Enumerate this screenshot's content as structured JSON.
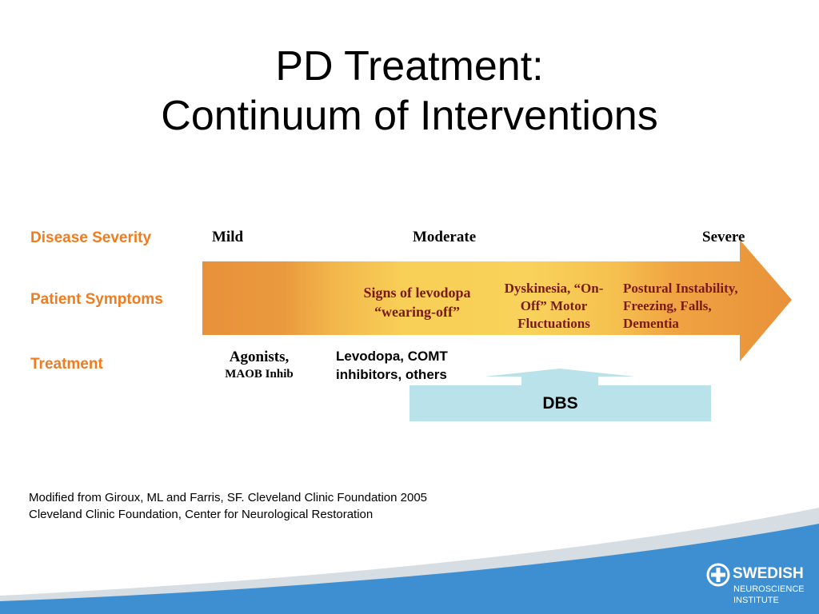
{
  "title": {
    "line1": "PD Treatment:",
    "line2": "Continuum of Interventions"
  },
  "rows": {
    "severity": "Disease Severity",
    "symptoms": "Patient Symptoms",
    "treatment": "Treatment"
  },
  "severity_levels": {
    "mild": "Mild",
    "moderate": "Moderate",
    "severe": "Severe"
  },
  "symptoms": {
    "s1_line1": "Signs of levodopa",
    "s1_line2": "“wearing-off”",
    "s2_line1": "Dyskinesia, “On-",
    "s2_line2": "Off” Motor",
    "s2_line3": "Fluctuations",
    "s3_line1": "Postural Instability,",
    "s3_line2": "Freezing, Falls,",
    "s3_line3": "Dementia"
  },
  "treatments": {
    "t1_line1": "Agonists,",
    "t1_line2": "MAOB Inhib",
    "t2_line1": "Levodopa, COMT",
    "t2_line2": "inhibitors, others",
    "dbs": "DBS"
  },
  "source": {
    "line1": "Modified from Giroux, ML and Farris, SF. Cleveland Clinic Foundation 2005",
    "line2": "Cleveland Clinic Foundation, Center for Neurological Restoration"
  },
  "logo": {
    "line1": "SWEDISH",
    "line2": "NEUROSCIENCE",
    "line3": "INSTITUTE"
  },
  "colors": {
    "label_orange": "#f07c1e",
    "arrow_dark": "#e8913a",
    "arrow_light": "#f8cf57",
    "dbs_blue": "#b9e2ea",
    "footer_blue": "#3d8fd1"
  }
}
